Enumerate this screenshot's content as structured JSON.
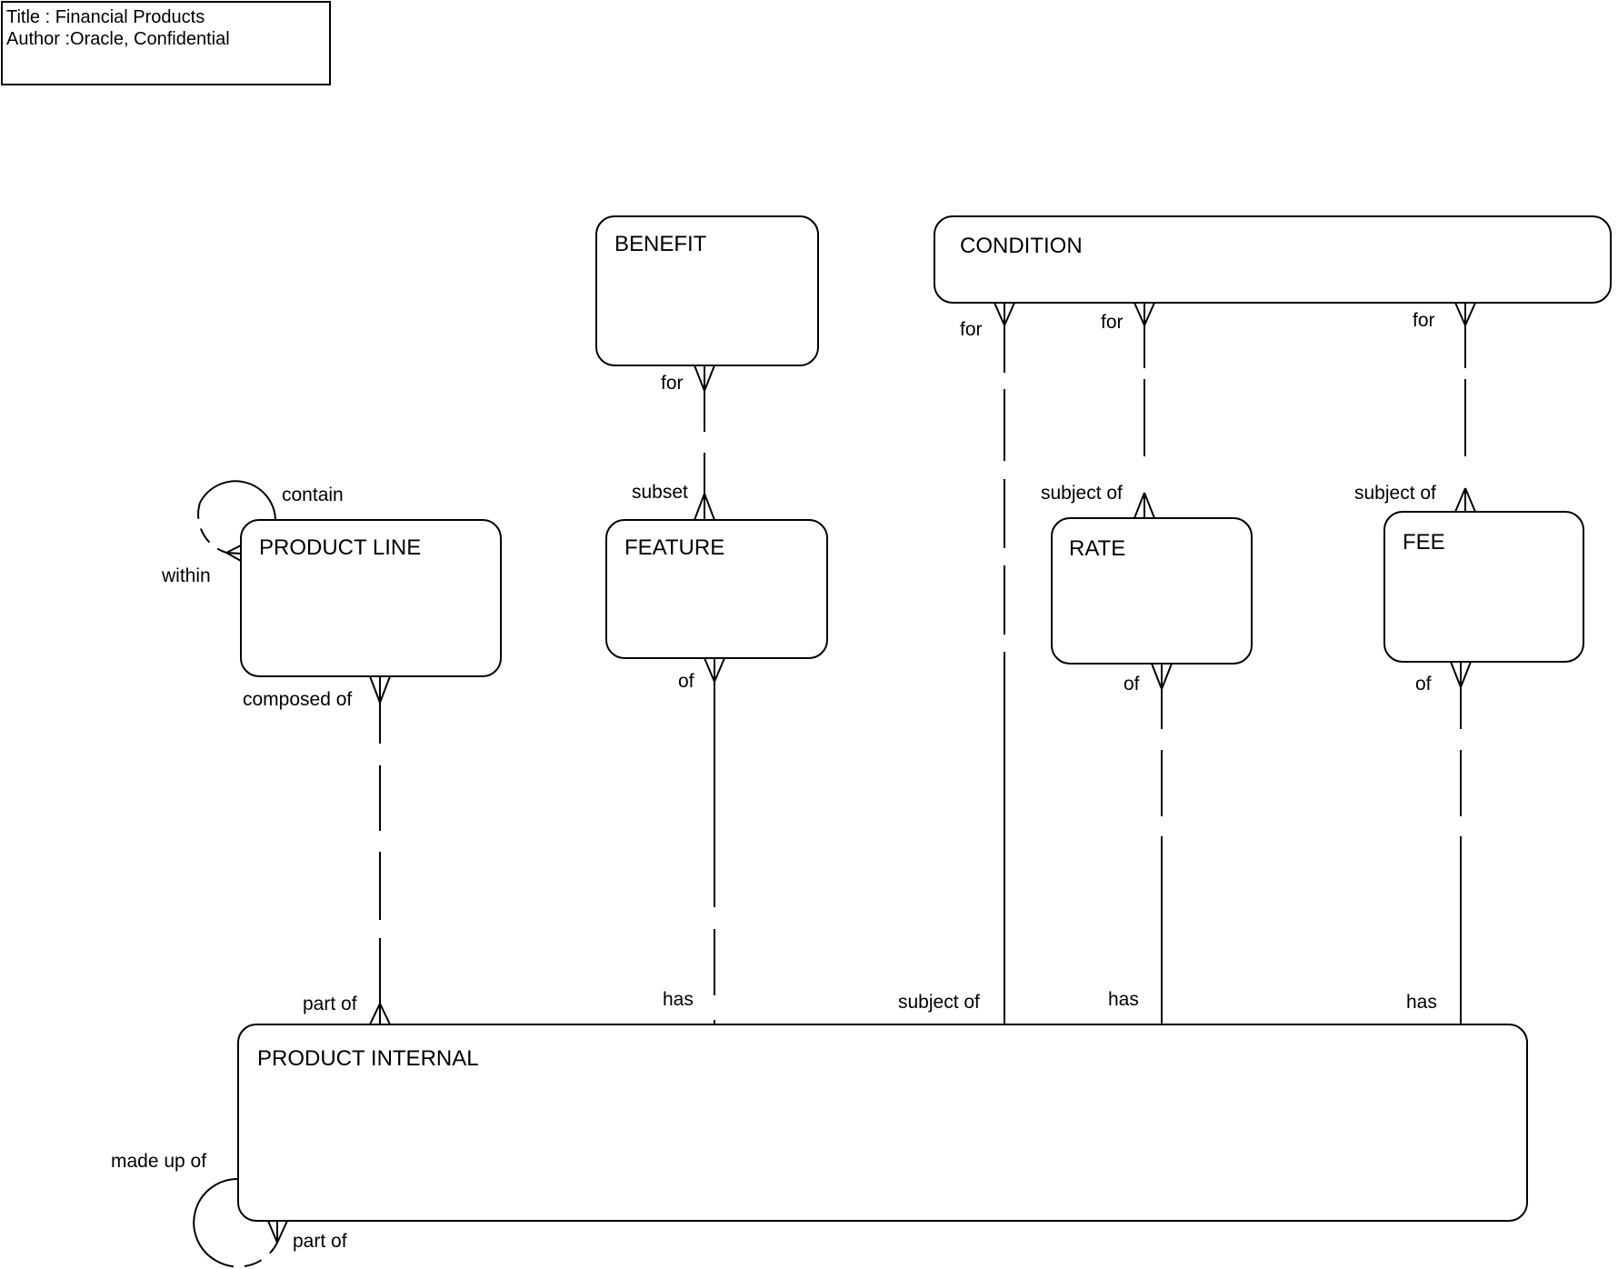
{
  "title_block": {
    "title": "Title : Financial Products",
    "author": "Author :Oracle, Confidential"
  },
  "colors": {
    "stroke": "#000000",
    "background": "#ffffff",
    "text": "#000000"
  },
  "diagram_type": "entity-relationship-diagram",
  "entities": [
    {
      "id": "benefit",
      "label": "BENEFIT"
    },
    {
      "id": "condition",
      "label": "CONDITION"
    },
    {
      "id": "product-line",
      "label": "PRODUCT LINE"
    },
    {
      "id": "feature",
      "label": "FEATURE"
    },
    {
      "id": "rate",
      "label": "RATE"
    },
    {
      "id": "fee",
      "label": "FEE"
    },
    {
      "id": "product-internal",
      "label": "PRODUCT INTERNAL"
    }
  ],
  "relationships": [
    {
      "id": "benefit-feature",
      "from": "BENEFIT",
      "to": "FEATURE",
      "from_label": "for",
      "to_label": "subset"
    },
    {
      "id": "condition-product-internal",
      "from": "CONDITION",
      "to": "PRODUCT INTERNAL",
      "from_label": "for",
      "to_label": "subject of"
    },
    {
      "id": "condition-rate",
      "from": "CONDITION",
      "to": "RATE",
      "from_label": "for",
      "to_label": "subject of"
    },
    {
      "id": "condition-fee",
      "from": "CONDITION",
      "to": "FEE",
      "from_label": "for",
      "to_label": "subject of"
    },
    {
      "id": "product-line-product-internal",
      "from": "PRODUCT LINE",
      "to": "PRODUCT INTERNAL",
      "from_label": "composed of",
      "to_label": "part of"
    },
    {
      "id": "feature-product-internal",
      "from": "FEATURE",
      "to": "PRODUCT INTERNAL",
      "from_label": "of",
      "to_label": "has"
    },
    {
      "id": "rate-product-internal",
      "from": "RATE",
      "to": "PRODUCT INTERNAL",
      "from_label": "of",
      "to_label": "has"
    },
    {
      "id": "fee-product-internal",
      "from": "FEE",
      "to": "PRODUCT INTERNAL",
      "from_label": "of",
      "to_label": "has"
    },
    {
      "id": "product-line-self",
      "from": "PRODUCT LINE",
      "to": "PRODUCT LINE",
      "from_label": "contain",
      "to_label": "within"
    },
    {
      "id": "product-internal-self",
      "from": "PRODUCT INTERNAL",
      "to": "PRODUCT INTERNAL",
      "from_label": "made up of",
      "to_label": "part of"
    }
  ]
}
